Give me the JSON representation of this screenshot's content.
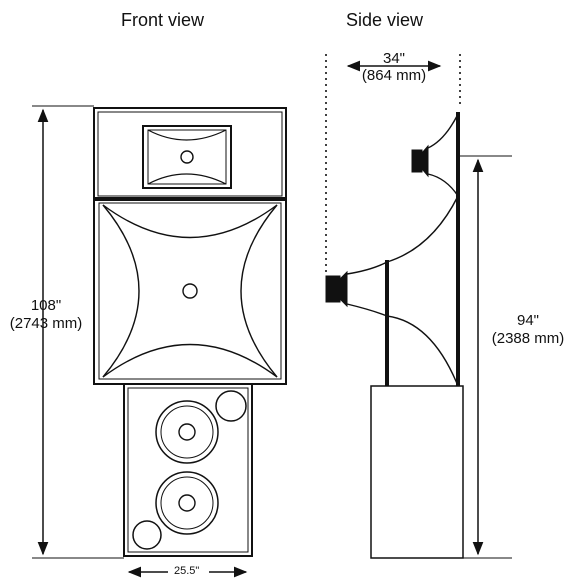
{
  "diagram": {
    "front_view": {
      "title": "Front view",
      "height_label": "108\"",
      "height_metric": "(2743 mm)",
      "width_label": "25.5\""
    },
    "side_view": {
      "title": "Side view",
      "depth_label": "34\"",
      "depth_metric": "(864 mm)",
      "height_label": "94\"",
      "height_metric": "(2388 mm)"
    }
  },
  "colors": {
    "ink": "#111111",
    "background": "#ffffff"
  }
}
